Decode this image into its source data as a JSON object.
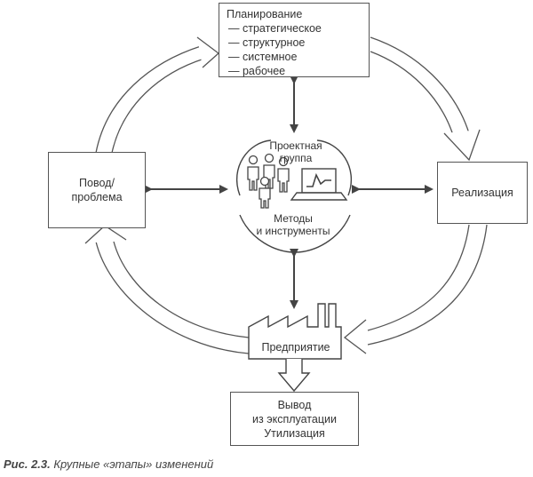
{
  "planning": {
    "title": "Планирование",
    "items": [
      "— стратегическое",
      "— структурное",
      "— системное",
      "— рабочее"
    ]
  },
  "reason": {
    "line1": "Повод/",
    "line2": "проблема"
  },
  "realization": {
    "label": "Реализация"
  },
  "center": {
    "group_line1": "Проектная",
    "group_line2": "группа",
    "methods_line1": "Методы",
    "methods_line2": "и инструменты"
  },
  "enterprise": {
    "label": "Предприятие"
  },
  "output": {
    "line1": "Вывод",
    "line2": "из эксплуатации",
    "line3": "Утилизация"
  },
  "caption": {
    "number": "Рис. 2.3.",
    "text": "Крупные «этапы» изменений"
  }
}
